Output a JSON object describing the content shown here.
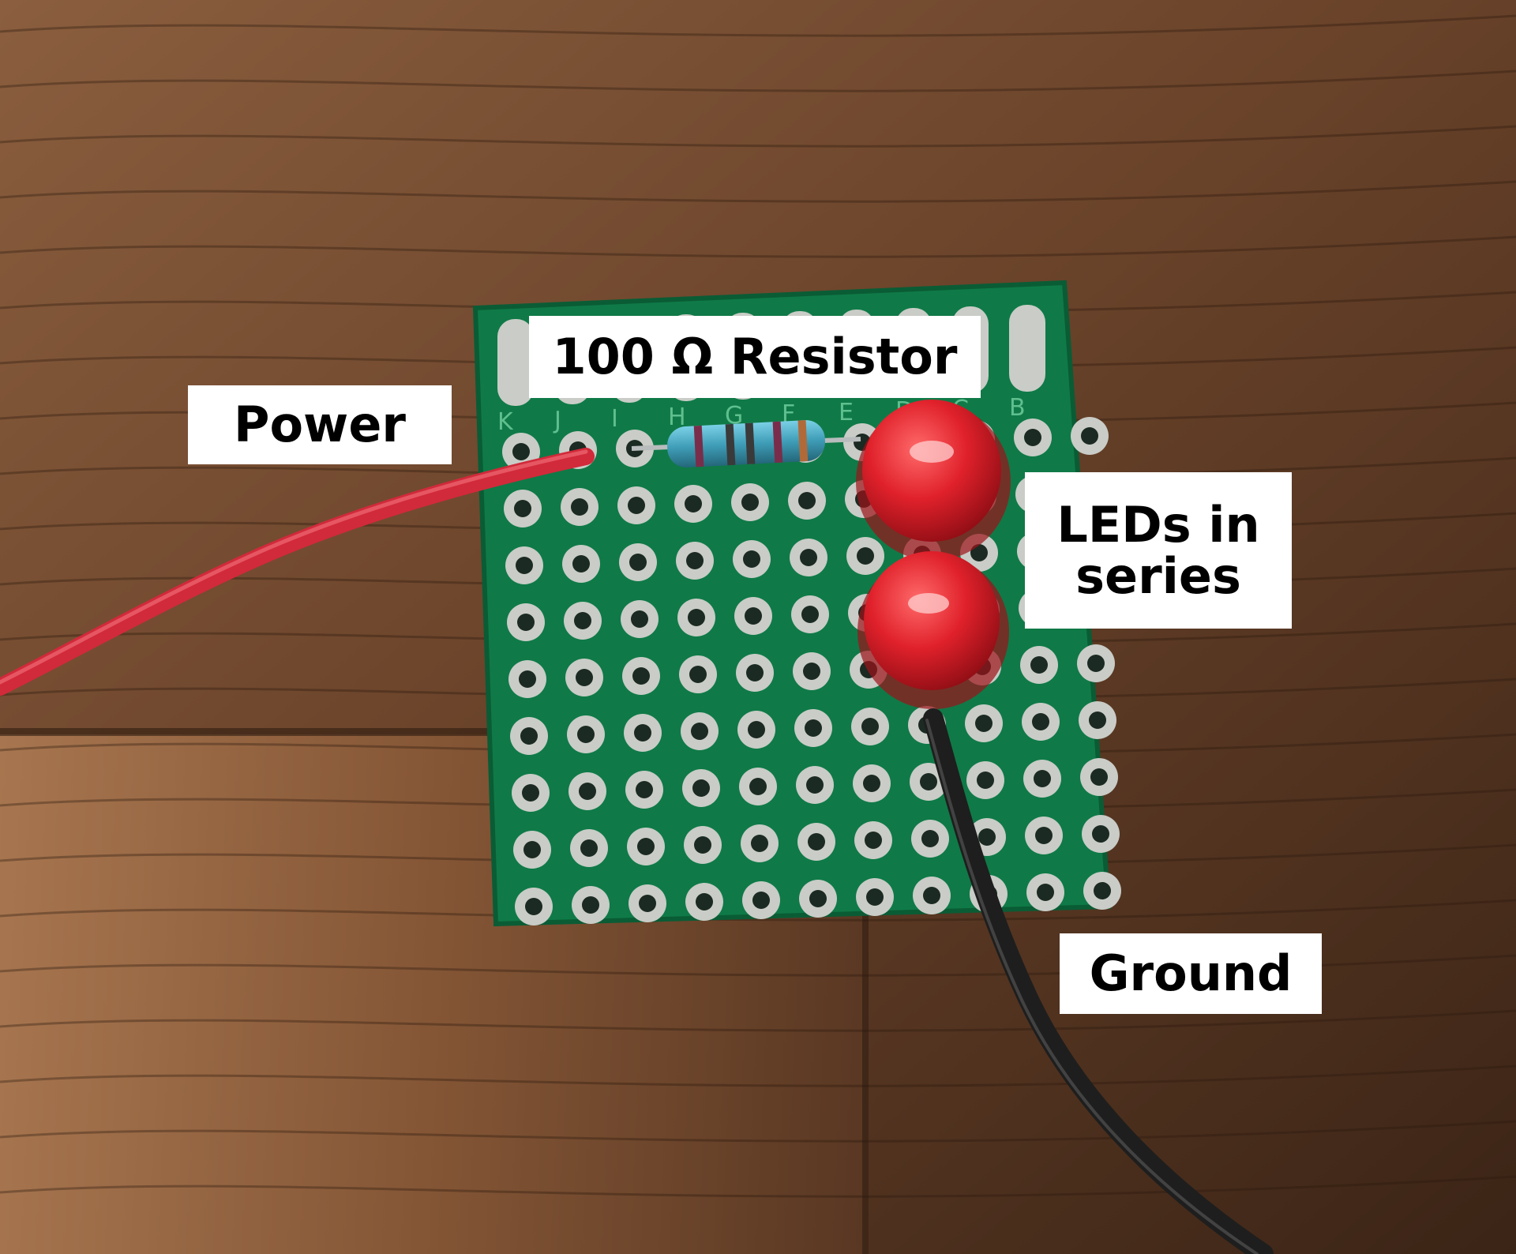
{
  "image": {
    "subject": "circuit-photo",
    "colors": {
      "wood_light": "#7a5236",
      "wood_dark": "#3c2517",
      "pcb_green": "#0f7a47",
      "pad_silver": "#c9ccc7",
      "hole": "#1b2a22",
      "led_red": "#e0212b",
      "wire_red": "#d12a3a",
      "wire_black": "#1e1e1e",
      "resistor_body": "#4aa9c2"
    }
  },
  "labels": {
    "resistor": "100 Ω Resistor",
    "power": "Power",
    "leds": "LEDs in\nseries",
    "ground": "Ground"
  },
  "board": {
    "silkscreen_letters": [
      "K",
      "J",
      "I",
      "H",
      "G",
      "F",
      "E",
      "D",
      "C",
      "B"
    ]
  }
}
